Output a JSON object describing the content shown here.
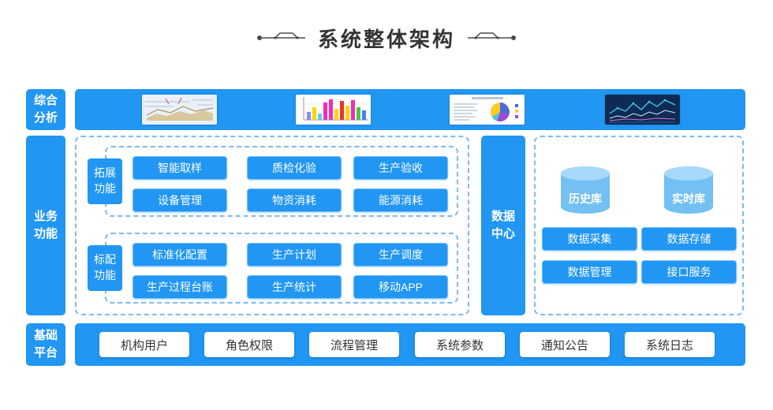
{
  "title": "系统整体架构",
  "colors": {
    "primary": "#2196F3",
    "cylinder_light": "#A6D9F9",
    "cylinder_body": "#74C0F2"
  },
  "sections": {
    "analysis": {
      "label": "综合分析",
      "thumbnails": [
        "cad-drawing",
        "bar-chart",
        "pie-report",
        "dark-line-chart"
      ]
    },
    "business": {
      "label": "业务功能",
      "extended": {
        "label": "拓展功能",
        "items": [
          "智能取样",
          "质检化验",
          "生产验收",
          "设备管理",
          "物资消耗",
          "能源消耗"
        ]
      },
      "standard": {
        "label": "标配功能",
        "items": [
          "标准化配置",
          "生产计划",
          "生产调度",
          "生产过程台账",
          "生产统计",
          "移动APP"
        ]
      },
      "datacenter_label": "数据中心",
      "databases": [
        "历史库",
        "实时库"
      ],
      "data_items": [
        "数据采集",
        "数据存储",
        "数据管理",
        "接口服务"
      ]
    },
    "platform": {
      "label": "基础平台",
      "items": [
        "机构用户",
        "角色权限",
        "流程管理",
        "系统参数",
        "通知公告",
        "系统日志"
      ]
    }
  }
}
